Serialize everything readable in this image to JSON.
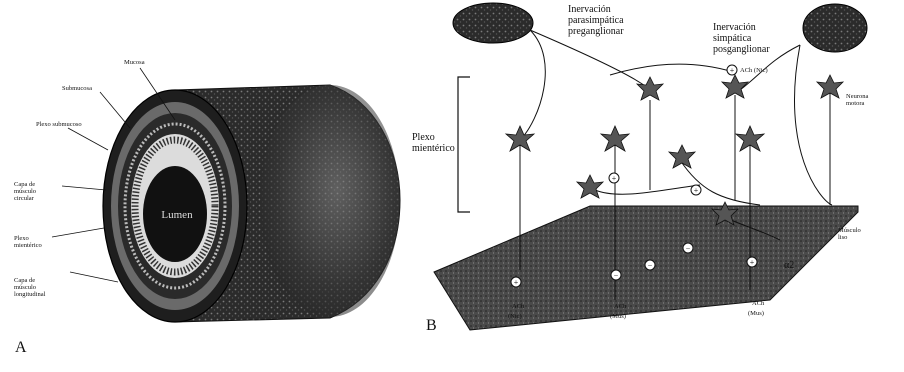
{
  "figure": {
    "panel_a": {
      "panel_label": "A",
      "lumen_label": "Lumen",
      "layers": [
        "Mucosa",
        "Submucosa",
        "Plexo submucoso",
        "Capa de músculo circular",
        "Plexo mientérico",
        "Capa de músculo longitudinal"
      ]
    },
    "panel_b": {
      "panel_label": "B",
      "parasympathetic": "Inervación parasimpática preganglionar",
      "sympathetic": "Inervación simpática posganglionar",
      "plexus": "Plexo mientérico",
      "ach_nic": "ACh (Nic)",
      "motor_neuron": "Neurona motora",
      "muscle": "Músculo liso",
      "alpha2": "α2",
      "ach_bottom": [
        {
          "name": "ACh",
          "receptor": "(Nic)"
        },
        {
          "name": "ACh",
          "receptor": "(Mus)"
        },
        {
          "name": "ACh",
          "receptor": "(Mus)"
        }
      ]
    }
  }
}
